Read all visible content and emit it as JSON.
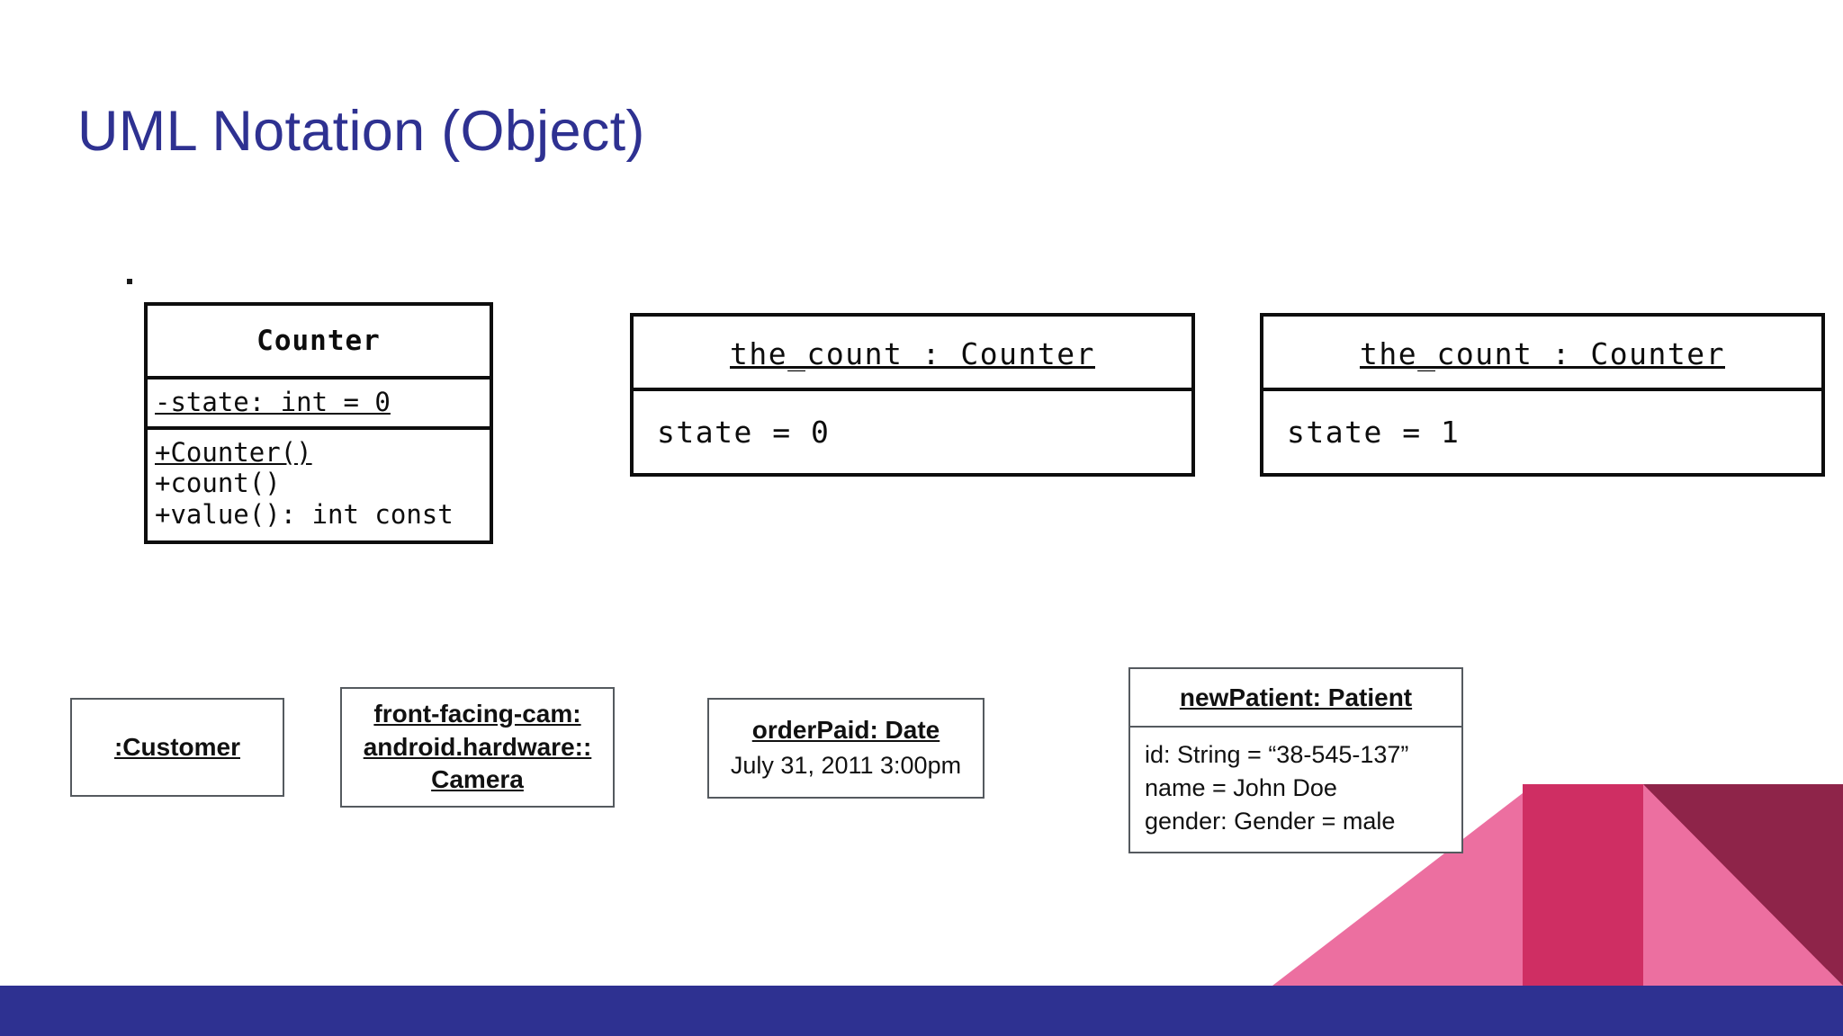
{
  "slide": {
    "title": "UML Notation (Object)",
    "title_color": "#2e3191",
    "background": "#ffffff"
  },
  "theme": {
    "footer_bar_color": "#2e3191",
    "deco_light_pink": "#ec6fa0",
    "deco_crimson": "#cf2e63",
    "deco_dark_maroon": "#8e2449"
  },
  "counter_class": {
    "name": "Counter",
    "attributes": [
      "-state: int = 0"
    ],
    "operations": [
      "+Counter()",
      "+count()",
      "+value(): int const"
    ]
  },
  "counter_objects": [
    {
      "header": "the_count : Counter",
      "slots": [
        "state = 0"
      ]
    },
    {
      "header": "the_count : Counter",
      "slots": [
        "state = 1"
      ]
    }
  ],
  "instance_examples": [
    {
      "header_lines": [
        ":Customer"
      ],
      "slots": []
    },
    {
      "header_lines": [
        "front-facing-cam:",
        "android.hardware::",
        "Camera"
      ],
      "slots": []
    },
    {
      "header_lines": [
        "orderPaid: Date"
      ],
      "slots": [
        "July 31, 2011 3:00pm"
      ]
    },
    {
      "header_lines": [
        "newPatient: Patient"
      ],
      "slots": [
        "id: String = “38-545-137”",
        "name = John Doe",
        "gender: Gender = male"
      ]
    }
  ]
}
